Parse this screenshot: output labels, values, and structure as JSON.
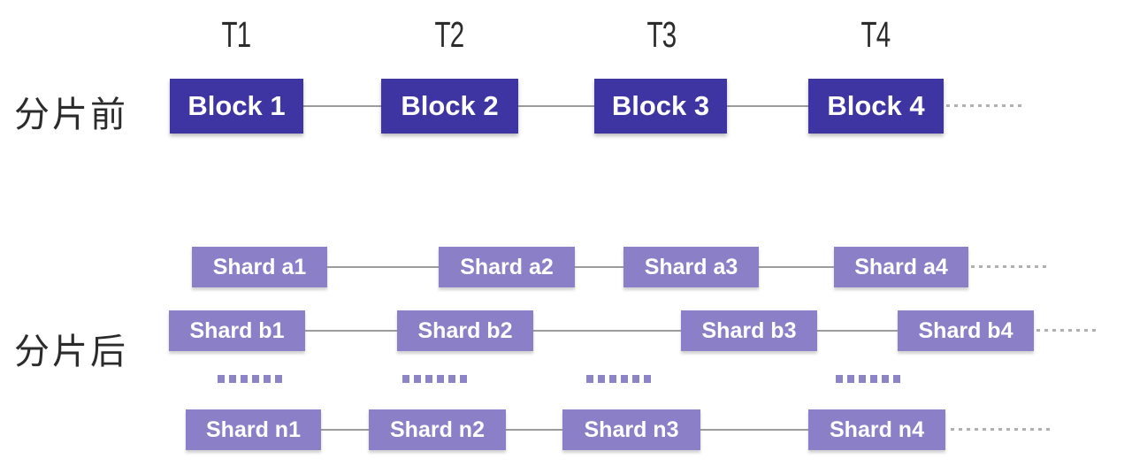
{
  "diagram": {
    "before_label": "分片前",
    "after_label": "分片后",
    "time_labels": [
      "T1",
      "T2",
      "T3",
      "T4"
    ],
    "blocks": [
      "Block 1",
      "Block 2",
      "Block 3",
      "Block 4"
    ],
    "shard_rows": {
      "a": [
        "Shard a1",
        "Shard a2",
        "Shard a3",
        "Shard a4"
      ],
      "b": [
        "Shard b1",
        "Shard b2",
        "Shard b3",
        "Shard b4"
      ],
      "n": [
        "Shard n1",
        "Shard n2",
        "Shard n3",
        "Shard n4"
      ]
    },
    "colors": {
      "block_fill": "#3E35A3",
      "shard_fill": "#8B80C8",
      "dot_fill": "#8C84C6",
      "connector": "#9C9C9C",
      "dotted_connector": "#B0B0B0",
      "label_text": "#2B2B2B",
      "box_text": "#FFFFFF",
      "background": "#FFFFFF"
    }
  }
}
